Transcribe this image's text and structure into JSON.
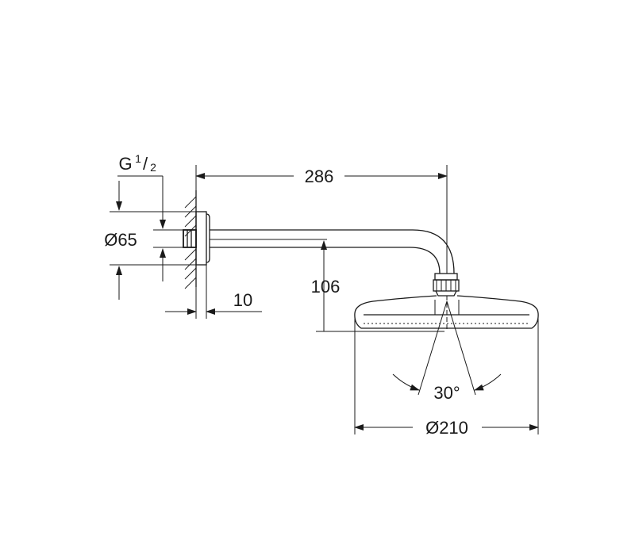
{
  "dimensions": {
    "arm_length": "286",
    "flange_diameter": "Ø65",
    "thread_prefix": "G",
    "thread_numerator": "1",
    "thread_denominator": "2",
    "wall_offset": "10",
    "drop_height": "106",
    "spray_angle": "30°",
    "head_diameter": "Ø210"
  },
  "colors": {
    "line": "#1a1a1a",
    "background": "#ffffff"
  }
}
